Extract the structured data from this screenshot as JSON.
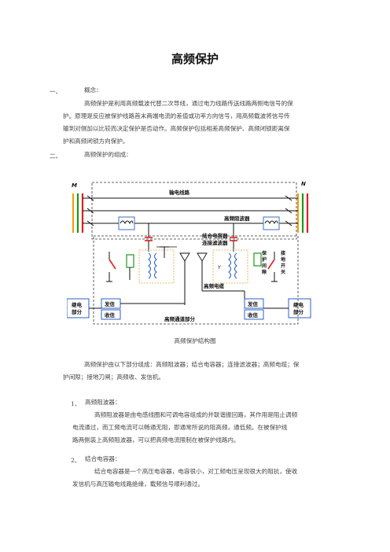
{
  "doc": {
    "title": "高频保护",
    "sec1": {
      "num": "一、",
      "heading": "概念：",
      "line1": "高频保护是利用高频载波代替二次导线，通过电力线路传送线路两侧电信号的保",
      "line2": "护。原理是反应被保护线路首末两端电流的差值或功率方向信号，用高频载波将信号传",
      "line3": "输到对侧加以比较而决定保护是否动作。高频保护包括相差高频保护、高频闭锁距离保",
      "line4": "护和高频闭锁方向保护。"
    },
    "sec2": {
      "num": "二、",
      "heading": "高频保护的组成："
    },
    "caption": "高频保护结构图",
    "summary": {
      "line1": "高频保护由以下部分组成：高频阻波器；结合电容器；连接滤波器；高频电缆；保",
      "line2": "护间隙；接地刀闸；高频收、发信机。"
    },
    "item1": {
      "num": "1、",
      "heading": "高频阻波器：",
      "line1": "高频阻波器是由电感线圈和可调电容组成的并联谐振回路，其作用是阻止调频",
      "line2": "电流通过，而工频电流可以畅通无阻，即通常所说的阻高频，通低频。在被保护线",
      "line3": "路两侧装上高频阻波器，可以把高频电流限制在被保护线路内。"
    },
    "item2": {
      "num": "2、",
      "heading": "结合电容器：",
      "line1": "结合电容器是一个高压电容器，电容很小，对工频电压呈现很大的阻抗，使收",
      "line2": "发信机与高压输电线路绝缘，载频信号顺利通过。"
    }
  },
  "diagram": {
    "label_m": "M",
    "label_n": "N",
    "line_label": "输电线路",
    "wave_trap_label": "高频阻波器",
    "coupling_cap_label": "结合电容器",
    "filter_label": "连接滤波器",
    "gap_label1": "保",
    "gap_label2": "护",
    "gap_label3": "间",
    "gap_label4": "隙",
    "switch_label1": "接",
    "switch_label2": "地",
    "switch_label3": "开",
    "switch_label4": "关",
    "cable_label": "高频电缆",
    "left_box_l1": "继电",
    "left_box_l2": "部分",
    "right_box_l1": "继电",
    "right_box_l2": "部分",
    "tx_left": "发信",
    "rx_left": "收信",
    "tx_right": "发信",
    "rx_right": "收信",
    "channel_label": "高频通道部分",
    "filter_y": "Y",
    "colors": {
      "red": "#e02020",
      "green": "#1a9a1a",
      "orange": "#f0a010",
      "blue": "#2a5fc8"
    }
  }
}
